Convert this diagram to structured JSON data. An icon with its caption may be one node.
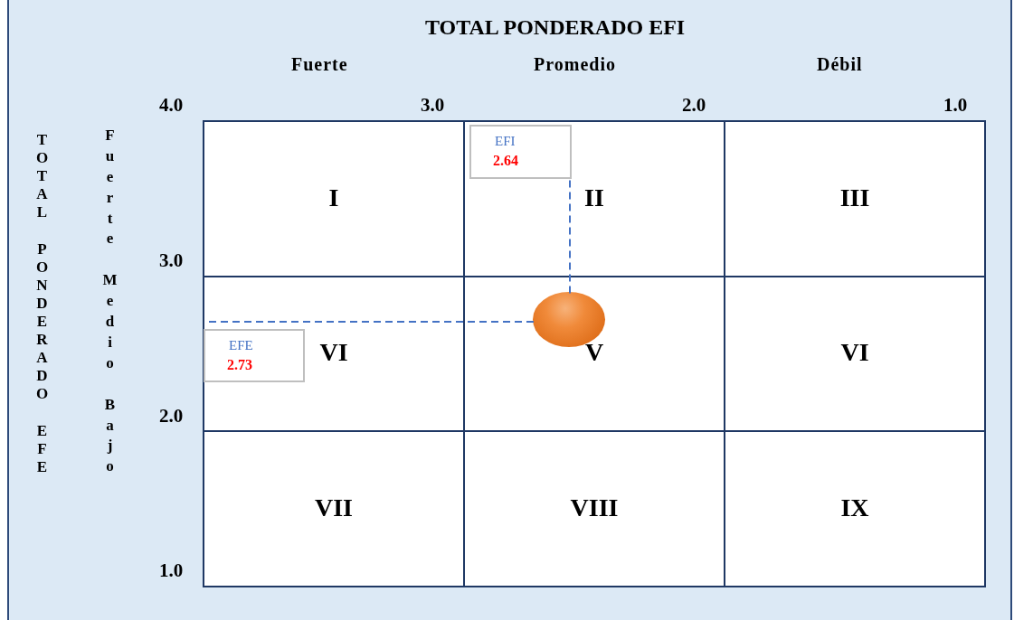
{
  "diagram": {
    "title": "TOTAL PONDERADO EFI",
    "nodes": [
      {
        "text": [
          "I"
        ]
      },
      {
        "text": [
          "II"
        ]
      },
      {
        "text": [
          "III"
        ]
      },
      {
        "text": [
          "VI"
        ]
      },
      {
        "text": [
          "V"
        ]
      },
      {
        "text": [
          "VI"
        ]
      },
      {
        "text": [
          "VII"
        ]
      },
      {
        "text": [
          "VIII"
        ]
      },
      {
        "text": [
          "IX"
        ]
      },
      {
        "text": [
          "EFI",
          "2.64"
        ],
        "in": 1
      },
      {
        "text": [
          "EFE",
          "2.73"
        ],
        "in": 3
      },
      {
        "text": [],
        "shape": "circle",
        "in": 4
      }
    ],
    "edges": [
      {
        "from": 11,
        "to": 9,
        "arrow": "none",
        "style": "dashed"
      },
      {
        "from": 11,
        "to": 3,
        "arrow": "none",
        "style": "dashed"
      }
    ],
    "labels": [
      "Fuerte",
      "Promedio",
      "Débil",
      "4.0",
      "3.0",
      "2.0",
      "1.0",
      "TOTAL PONDERADO EFE",
      "Fuerte Medio Bajo",
      "3.0",
      "2.0",
      "1.0"
    ]
  }
}
